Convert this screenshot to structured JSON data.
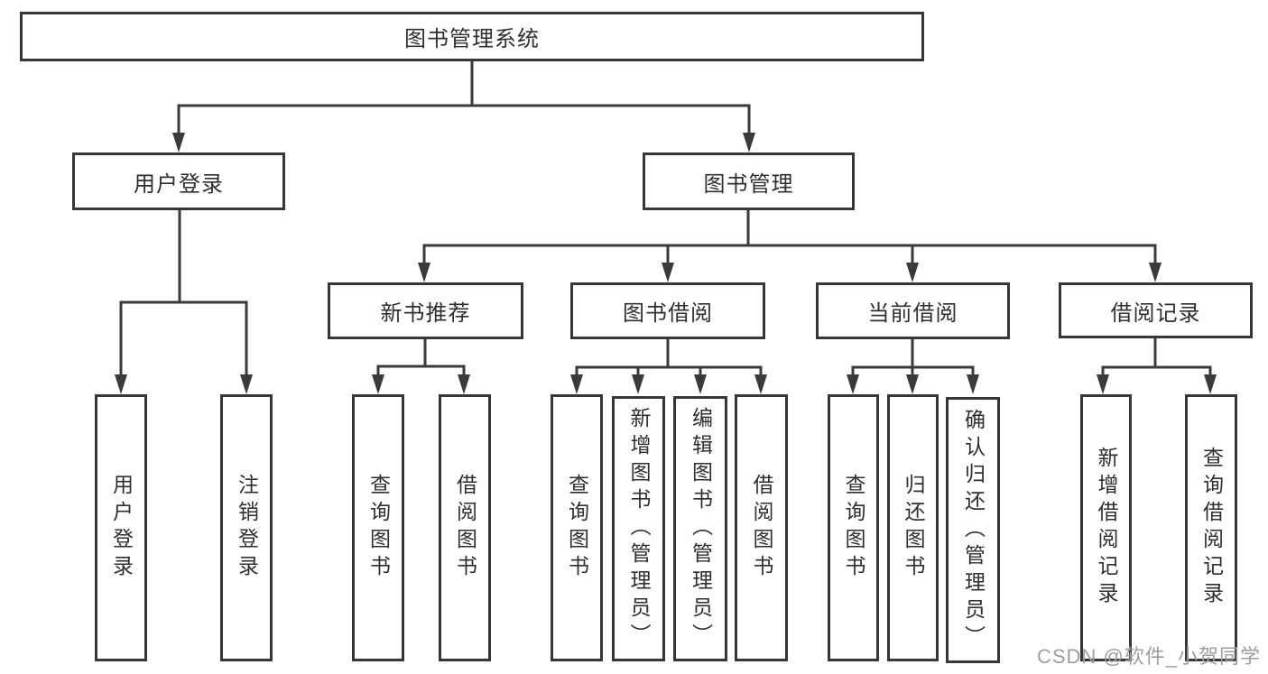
{
  "diagram": {
    "title": "图书管理系统",
    "branches": [
      {
        "label": "用户登录",
        "children": [
          "用户登录",
          "注销登录"
        ]
      },
      {
        "label": "图书管理",
        "sections": [
          {
            "label": "新书推荐",
            "children": [
              "查询图书",
              "借阅图书"
            ]
          },
          {
            "label": "图书借阅",
            "children": [
              "查询图书",
              "新增图书（管理员）",
              "编辑图书（管理员）",
              "借阅图书"
            ]
          },
          {
            "label": "当前借阅",
            "children": [
              "查询图书",
              "归还图书",
              "确认归还（管理员）"
            ]
          },
          {
            "label": "借阅记录",
            "children": [
              "新增借阅记录",
              "查询借阅记录"
            ]
          }
        ]
      }
    ]
  },
  "watermark": "CSDN @软件_小贺同学",
  "colors": {
    "line": "#3a3a3a",
    "box_border": "#373737",
    "text": "#2f2f2f",
    "watermark": "#9d9d9d",
    "background": "#ffffff"
  }
}
